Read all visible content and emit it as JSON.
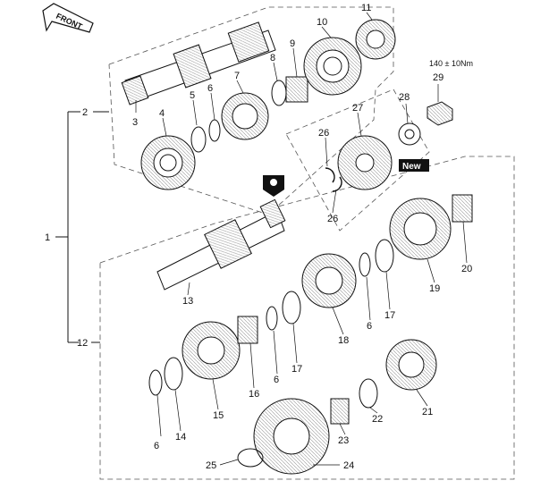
{
  "diagram": {
    "front_label": "FRONT",
    "torque_spec": "140 ± 10Nm",
    "new_badge": "New",
    "callouts": {
      "c1": "1",
      "c2": "2",
      "c3": "3",
      "c4": "4",
      "c5": "5",
      "c6a": "6",
      "c7": "7",
      "c8": "8",
      "c9": "9",
      "c10": "10",
      "c11": "11",
      "c12": "12",
      "c13": "13",
      "c14": "14",
      "c15": "15",
      "c16": "16",
      "c6b": "6",
      "c17a": "17",
      "c18": "18",
      "c6c": "6",
      "c17b": "17",
      "c19": "19",
      "c20": "20",
      "c21": "21",
      "c22": "22",
      "c23": "23",
      "c24": "24",
      "c25": "25",
      "c26a": "26",
      "c26b": "26",
      "c27": "27",
      "c28": "28",
      "c29": "29",
      "c6d": "6"
    }
  }
}
